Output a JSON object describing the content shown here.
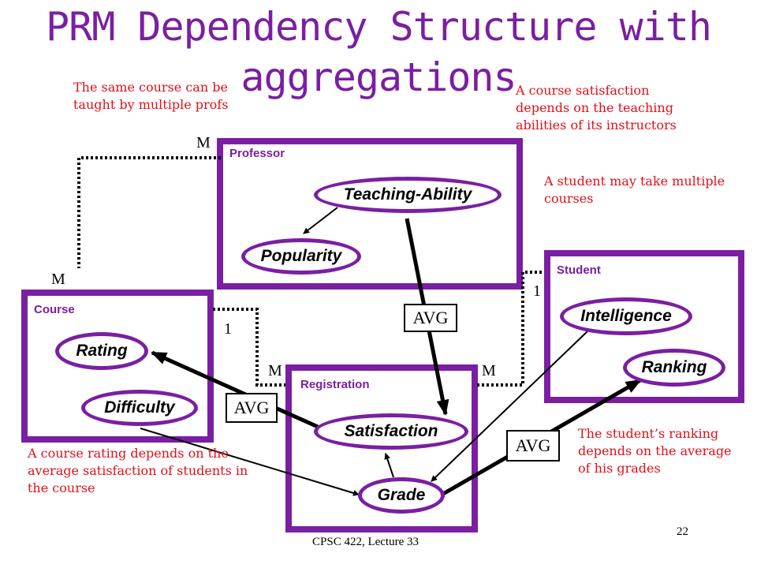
{
  "title": {
    "line1": "PRM Dependency Structure with",
    "line2": "aggregations"
  },
  "notes": {
    "same_course": [
      "The same course can be",
      "taught by multiple profs"
    ],
    "course_satisfaction": [
      "A course satisfaction",
      "depends on the teaching",
      "abilities of its instructors"
    ],
    "student_multiple": [
      "A student may take multiple",
      "courses"
    ],
    "course_rating": [
      "A course rating depends on the",
      "average satisfaction of students in",
      "the course"
    ],
    "student_ranking": [
      "The student’s ranking",
      "depends on the average",
      "of his grades"
    ]
  },
  "classes": {
    "professor": {
      "label": "Professor",
      "attributes": [
        "Teaching-Ability",
        "Popularity"
      ]
    },
    "student": {
      "label": "Student",
      "attributes": [
        "Intelligence",
        "Ranking"
      ]
    },
    "course": {
      "label": "Course",
      "attributes": [
        "Rating",
        "Difficulty"
      ]
    },
    "registration": {
      "label": "Registration",
      "attributes": [
        "Satisfaction",
        "Grade"
      ]
    }
  },
  "multiplicities": {
    "prof_m": "M",
    "course_m_top": "M",
    "course_one": "1",
    "reg_left_m": "M",
    "reg_right_m": "M",
    "student_one": "1"
  },
  "aggregates": {
    "teaching": "AVG",
    "rating": "AVG",
    "ranking": "AVG"
  },
  "footer": {
    "course": "CPSC 422, Lecture 33",
    "page": "22"
  },
  "colors": {
    "purple": "#7a1fa2",
    "red": "#e0101a",
    "black": "#000000"
  }
}
